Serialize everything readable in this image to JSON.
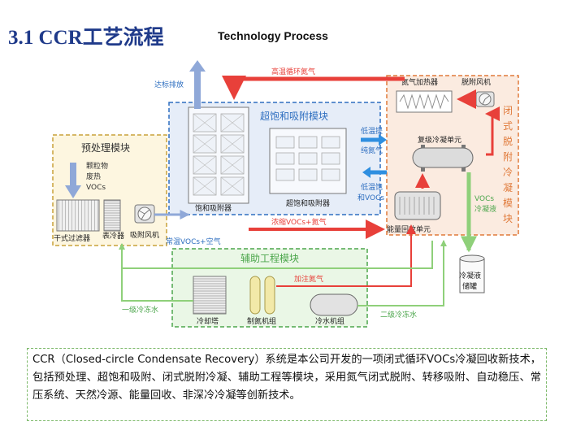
{
  "header": {
    "title": "3.1 CCR工艺流程",
    "subtitle": "Technology Process"
  },
  "modules": {
    "pretreatment": "预处理模块",
    "adsorption": "超饱和吸附模块",
    "desorption": "闭式脱附冷凝模块",
    "auxiliary": "辅助工程模块"
  },
  "equipment": {
    "dry_filter": "干式过滤器",
    "surface_cooler": "表冷器",
    "adsorb_fan": "吸附风机",
    "saturated_adsorber": "饱和吸附器",
    "supersat_adsorber": "超饱和吸附器",
    "nitrogen_heater": "氮气加热器",
    "desorb_fan": "脱附风机",
    "multistage_condenser": "复级冷凝单元",
    "energy_recovery": "能量回收单元",
    "condensate_tank": "冷凝液储罐",
    "cooling_tower": "冷却塔",
    "nitrogen_unit": "制氮机组",
    "chiller": "冷水机组"
  },
  "flows": {
    "particles": "颗粒物",
    "exhaust_heat": "废热",
    "vocs": "VOCs",
    "discharge": "达标排放",
    "hot_nitrogen": "高温循环氮气",
    "low_temp_purified_1": "低温提",
    "low_temp_purified_2": "纯氮气",
    "low_temp_saturated_1": "低温饱",
    "low_temp_saturated_2": "和VOCs",
    "concentrated": "浓缩VOCs+氮气",
    "ambient_air": "常温VOCs+空气",
    "vocs_condensate_1": "VOCs",
    "vocs_condensate_2": "冷凝液",
    "add_nitrogen": "加注氮气",
    "primary_water": "一级冷冻水",
    "secondary_water": "二级冷冻水"
  },
  "description": "CCR（Closed-circle Condensate Recovery）系统是本公司开发的一项闭式循环VOCs冷凝回收新技术，包括预处理、超饱和吸附、闭式脱附冷凝、辅助工程等模块，采用氮气闭式脱附、转移吸附、自动稳压、常压系统、天然冷源、能量回收、非深冷冷凝等创新技术。",
  "colors": {
    "title": "#1f3a8a",
    "adsorption_module": "#2f6fc0",
    "pretreatment_module": "#c9a23a",
    "desorption_module": "#e07a3a",
    "auxiliary_module": "#4ca64c",
    "hot_flow": "#e8403a",
    "cold_flow": "#2f8fe0",
    "green_flow": "#8fd07a",
    "blue_flow": "#8fa8d8"
  }
}
